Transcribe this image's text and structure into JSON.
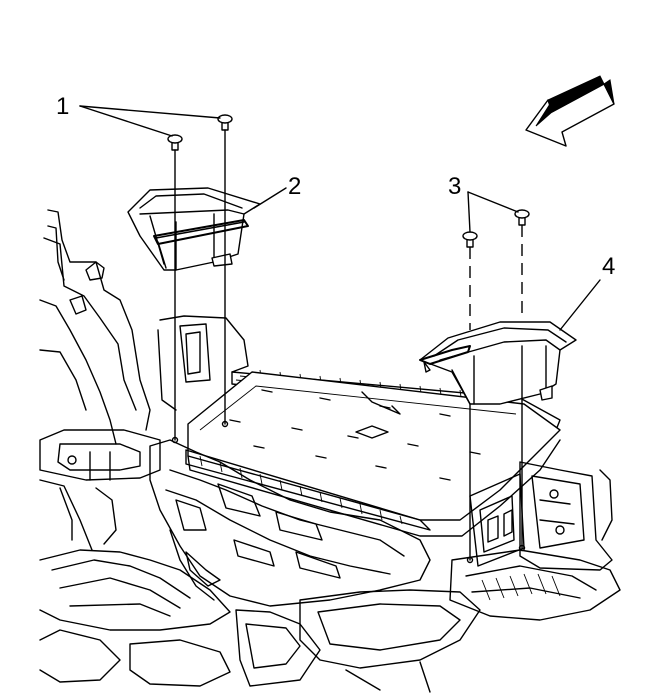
{
  "diagram": {
    "callouts": [
      {
        "id": "1",
        "label": "1"
      },
      {
        "id": "2",
        "label": "2"
      },
      {
        "id": "3",
        "label": "3"
      },
      {
        "id": "4",
        "label": "4"
      }
    ],
    "icons": {
      "direction": "front-direction-arrow-icon"
    }
  }
}
